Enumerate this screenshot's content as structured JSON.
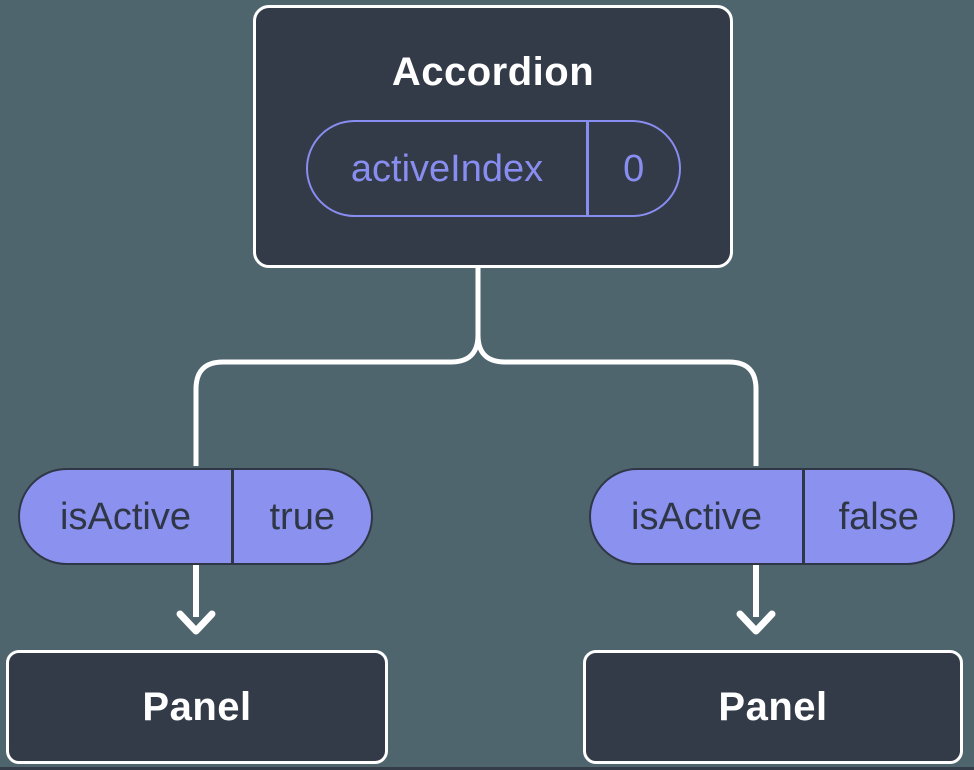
{
  "colors": {
    "background": "#4E656E",
    "node_fill": "#333A48",
    "node_border": "#FFFFFF",
    "accent_purple": "#8B91EE",
    "accent_purple_outline": "#888DF0",
    "dark_text": "#2F3645",
    "white_text": "#FFFFFF",
    "bottom_strip": "#343B49"
  },
  "diagram": {
    "root": {
      "title": "Accordion",
      "prop": {
        "name": "activeIndex",
        "value": "0"
      }
    },
    "branches": [
      {
        "state": {
          "name": "isActive",
          "value": "true"
        },
        "child": {
          "title": "Panel"
        }
      },
      {
        "state": {
          "name": "isActive",
          "value": "false"
        },
        "child": {
          "title": "Panel"
        }
      }
    ]
  }
}
